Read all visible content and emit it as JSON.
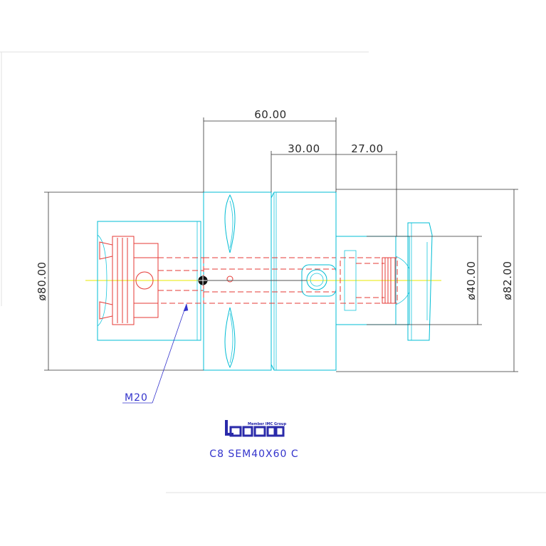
{
  "drawing": {
    "dimensions": {
      "total_length": "60.00",
      "mid_length": "30.00",
      "end_length": "27.00",
      "left_diameter": "ø80.00",
      "shank_diameter": "ø40.00",
      "right_diameter": "ø82.00"
    },
    "thread_label": "M20",
    "logo": {
      "tagline": "Member IMC Group",
      "name": "iscar"
    },
    "part_code": "C8 SEM40X60 C"
  },
  "colors": {
    "outline": "#00bcd4",
    "hidden": "#e53935",
    "dimension": "#333333",
    "annotation": "#3333cc",
    "centerline": "#e8e800"
  }
}
